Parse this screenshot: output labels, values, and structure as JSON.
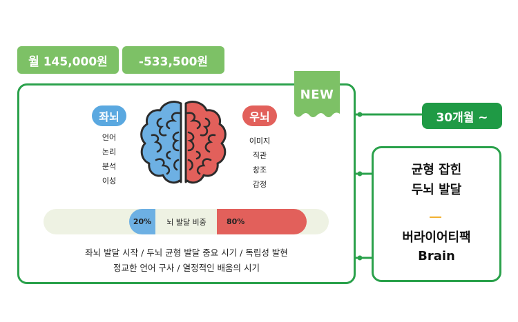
{
  "pricing": {
    "monthly_price": "월 145,000원",
    "discount": "-533,500원"
  },
  "badge_new": "NEW",
  "age_range": "30개월 ~",
  "left_brain": {
    "title": "좌뇌",
    "traits": [
      "언어",
      "논리",
      "분석",
      "이성"
    ]
  },
  "right_brain": {
    "title": "우뇌",
    "traits": [
      "이미지",
      "직관",
      "창조",
      "감정"
    ]
  },
  "ratio": {
    "left_percent": "20%",
    "label": "뇌 발달 비중",
    "right_percent": "80%",
    "left_value": 20,
    "right_value": 80
  },
  "description": {
    "line1": "좌뇌 발달 시작 / 두뇌 균형 발달 중요 시기 / 독립성 발현",
    "line2": "정교한 언어 구사 / 열정적인 배움의 시기"
  },
  "side": {
    "headline_1": "균형 잡힌",
    "headline_2": "두뇌 발달",
    "product_1": "버라이어티팩",
    "product_2": "Brain"
  },
  "colors": {
    "green": "#2aa14b",
    "light_green": "#7dc166",
    "blue": "#5aa8e0",
    "red": "#e2605b",
    "accent": "#f2b132"
  }
}
